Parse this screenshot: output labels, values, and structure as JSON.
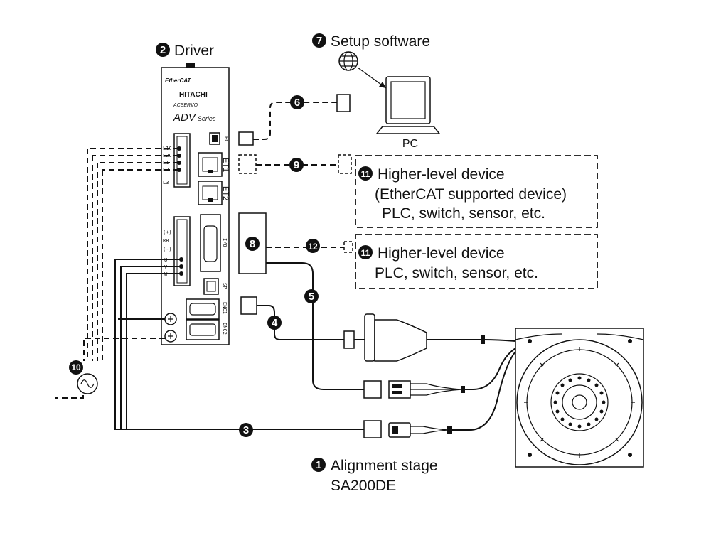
{
  "labels": {
    "driver": "Driver",
    "setup_software": "Setup software",
    "pc": "PC",
    "higher_level_1_line1": "Higher-level device",
    "higher_level_1_line2": "(EtherCAT supported device)",
    "higher_level_1_line3": "PLC, switch, sensor, etc.",
    "higher_level_2_line1": "Higher-level device",
    "higher_level_2_line2": "PLC, switch, sensor, etc.",
    "stage_line1": "Alignment stage",
    "stage_line2": "SA200DE"
  },
  "driver_face": {
    "ethercat": "EtherCAT",
    "brand": "HITACHI",
    "product": "ACSERVO",
    "series": "ADV",
    "series_suffix": "Series",
    "port_pc": "PC",
    "port_et1": "ET1",
    "port_et2": "ET2",
    "port_io": "I/O",
    "port_sp": "SP",
    "port_enc1": "ENC1",
    "port_enc2": "ENC2",
    "pin_l1c": "L1C",
    "pin_l2c": "L2C",
    "pin_l1": "L1",
    "pin_l2": "L2",
    "pin_l3": "L3",
    "pin_plus": "(+)",
    "pin_rb": "RB",
    "pin_minus": "(-)",
    "pin_u": "U",
    "pin_v": "V",
    "pin_w": "W"
  },
  "numbers": {
    "n1": "1",
    "n2": "2",
    "n3": "3",
    "n4": "4",
    "n5": "5",
    "n6": "6",
    "n7": "7",
    "n8": "8",
    "n9": "9",
    "n10": "10",
    "n11a": "11",
    "n11b": "11",
    "n12": "12"
  },
  "icons": {
    "globe": "globe-icon",
    "laptop": "laptop-icon",
    "ac_source": "ac-source-icon"
  }
}
